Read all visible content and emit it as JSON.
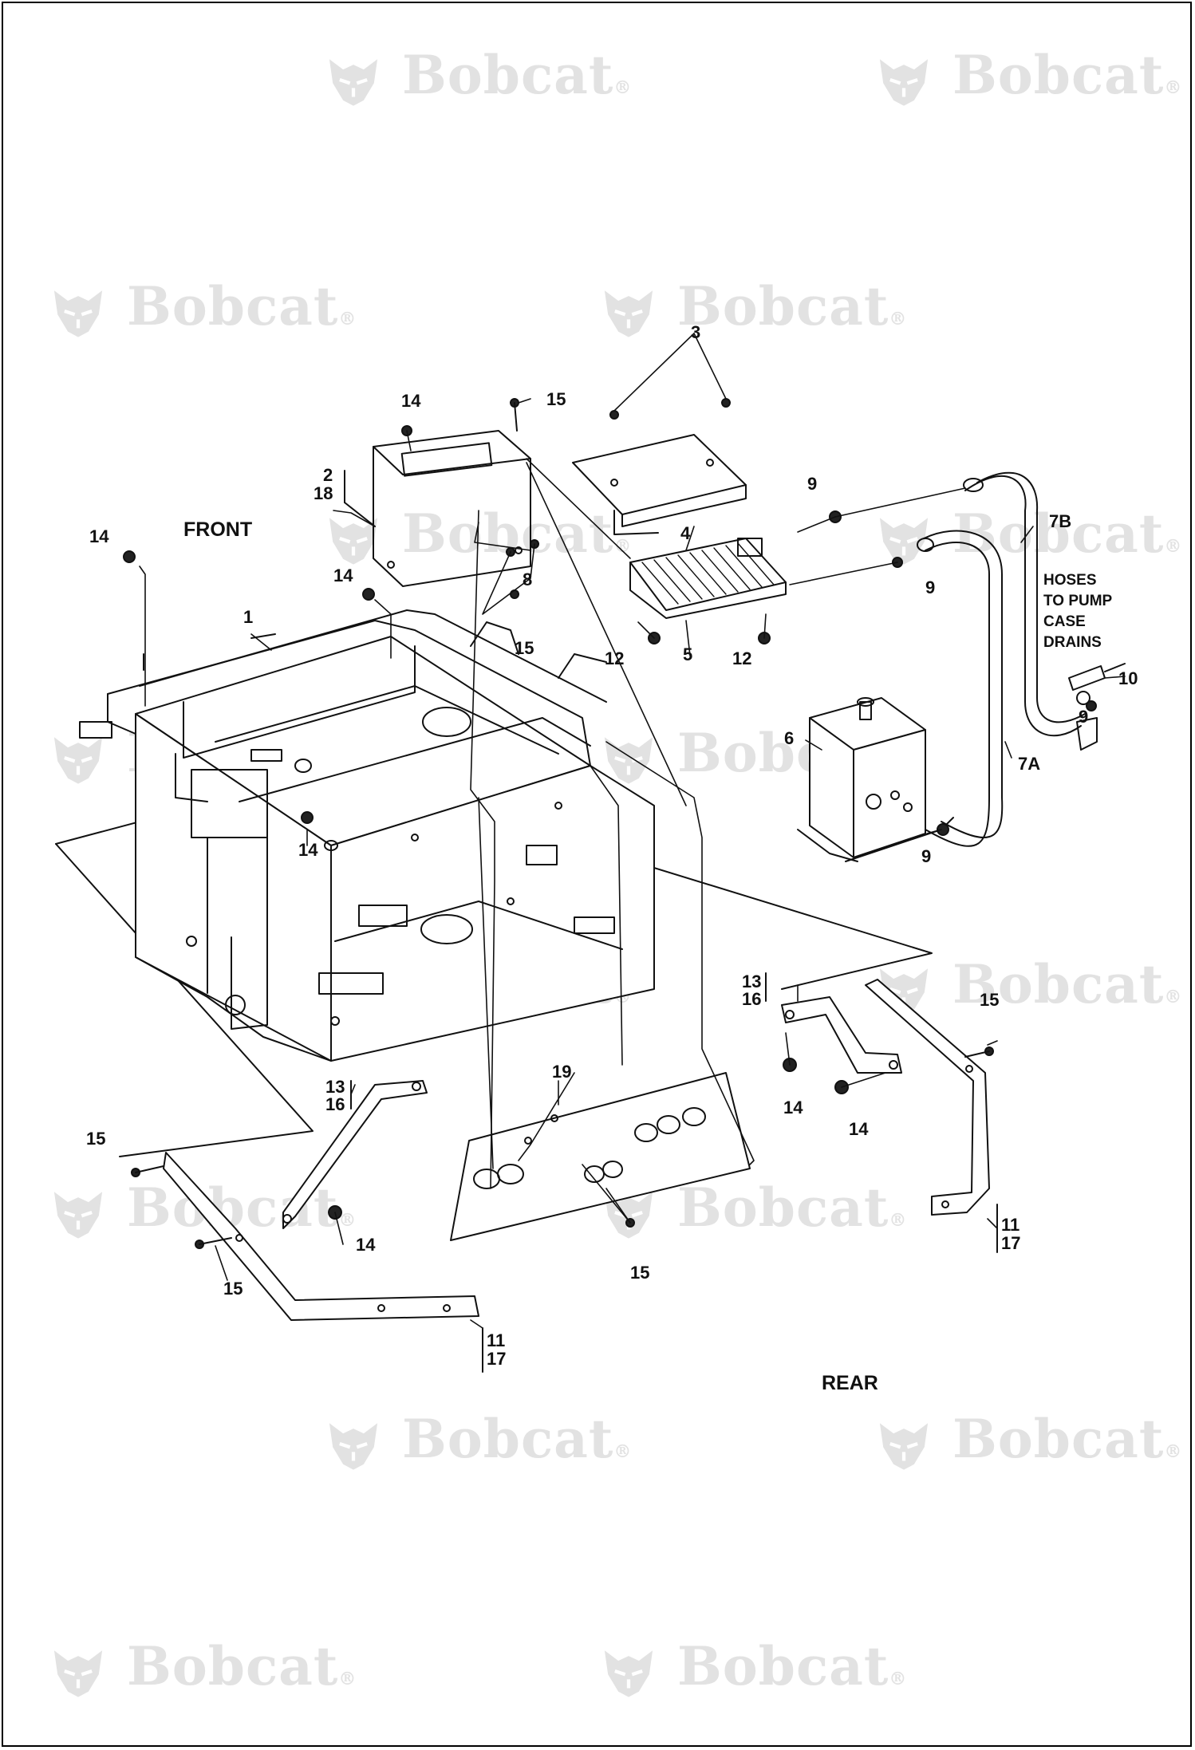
{
  "watermark": {
    "text": "Bobcat",
    "mark": "®",
    "logo_icon": "bobcat-head-icon"
  },
  "orientation": {
    "front": "FRONT",
    "rear": "REAR"
  },
  "note": {
    "lines": [
      "HOSES",
      "TO PUMP",
      "CASE",
      "DRAINS"
    ]
  },
  "callouts": {
    "c1": "1",
    "c2": "2",
    "c18": "18",
    "c3": "3",
    "c4": "4",
    "c5": "5",
    "c6": "6",
    "c7a": "7A",
    "c7b": "7B",
    "c8": "8",
    "c9": "9",
    "c10": "10",
    "c11": "11",
    "c12": "12",
    "c13": "13",
    "c14": "14",
    "c15": "15",
    "c16": "16",
    "c17": "17",
    "c19": "19"
  },
  "colors": {
    "line": "#111111",
    "watermark": "#e2e2e2",
    "background": "#ffffff"
  }
}
